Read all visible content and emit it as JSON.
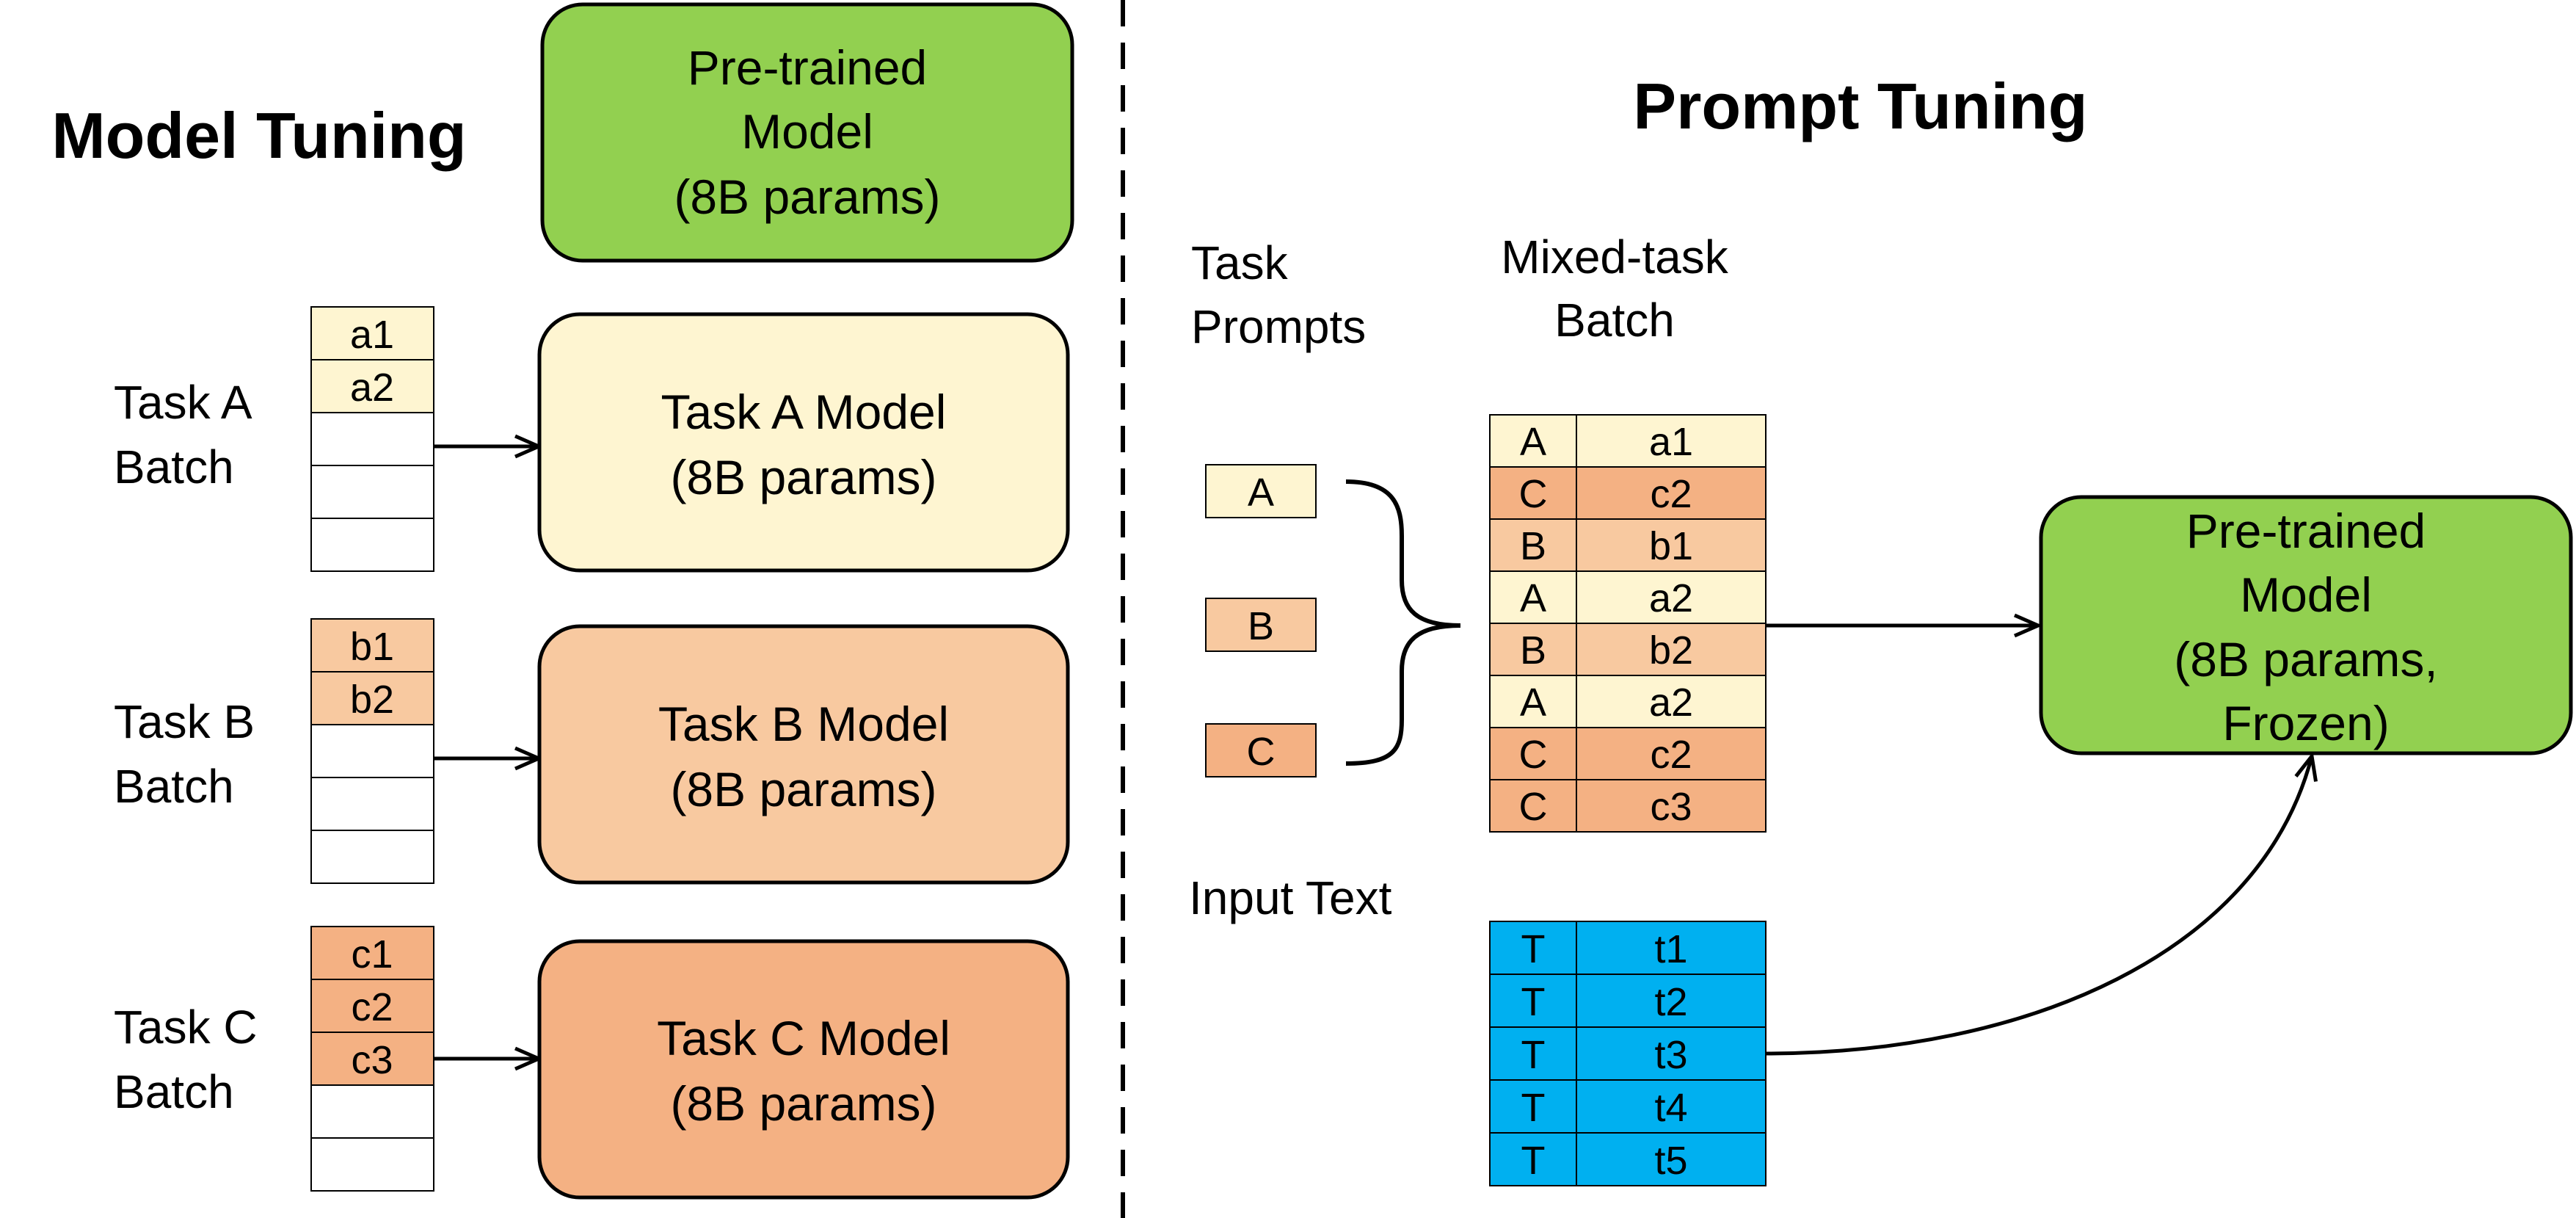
{
  "colors": {
    "green": "#92d050",
    "task_a": "#fef5d1",
    "task_b": "#f8c9a0",
    "task_c": "#f4b183",
    "input": "#00b0f0",
    "line": "#000000"
  },
  "model_tuning": {
    "title": "Model Tuning",
    "pretrained": {
      "line1": "Pre-trained",
      "line2": "Model",
      "line3": "(8B params)"
    },
    "tasks": [
      {
        "label1": "Task A",
        "label2": "Batch",
        "cells": [
          "a1",
          "a2",
          "",
          "",
          ""
        ],
        "model_line1": "Task A Model",
        "model_line2": "(8B params)"
      },
      {
        "label1": "Task B",
        "label2": "Batch",
        "cells": [
          "b1",
          "b2",
          "",
          "",
          ""
        ],
        "model_line1": "Task B Model",
        "model_line2": "(8B params)"
      },
      {
        "label1": "Task C",
        "label2": "Batch",
        "cells": [
          "c1",
          "c2",
          "c3",
          "",
          ""
        ],
        "model_line1": "Task C Model",
        "model_line2": "(8B params)"
      }
    ]
  },
  "prompt_tuning": {
    "title": "Prompt Tuning",
    "task_prompts_label1": "Task",
    "task_prompts_label2": "Prompts",
    "prompts": [
      "A",
      "B",
      "C"
    ],
    "mixed_label1": "Mixed-task",
    "mixed_label2": "Batch",
    "mixed_rows": [
      {
        "task": "A",
        "item": "a1"
      },
      {
        "task": "C",
        "item": "c2"
      },
      {
        "task": "B",
        "item": "b1"
      },
      {
        "task": "A",
        "item": "a2"
      },
      {
        "task": "B",
        "item": "b2"
      },
      {
        "task": "A",
        "item": "a2"
      },
      {
        "task": "C",
        "item": "c2"
      },
      {
        "task": "C",
        "item": "c3"
      }
    ],
    "input_label": "Input Text",
    "input_rows": [
      {
        "task": "T",
        "item": "t1"
      },
      {
        "task": "T",
        "item": "t2"
      },
      {
        "task": "T",
        "item": "t3"
      },
      {
        "task": "T",
        "item": "t4"
      },
      {
        "task": "T",
        "item": "t5"
      }
    ],
    "frozen_model": {
      "line1": "Pre-trained",
      "line2": "Model",
      "line3": "(8B params,",
      "line4": "Frozen)"
    }
  }
}
